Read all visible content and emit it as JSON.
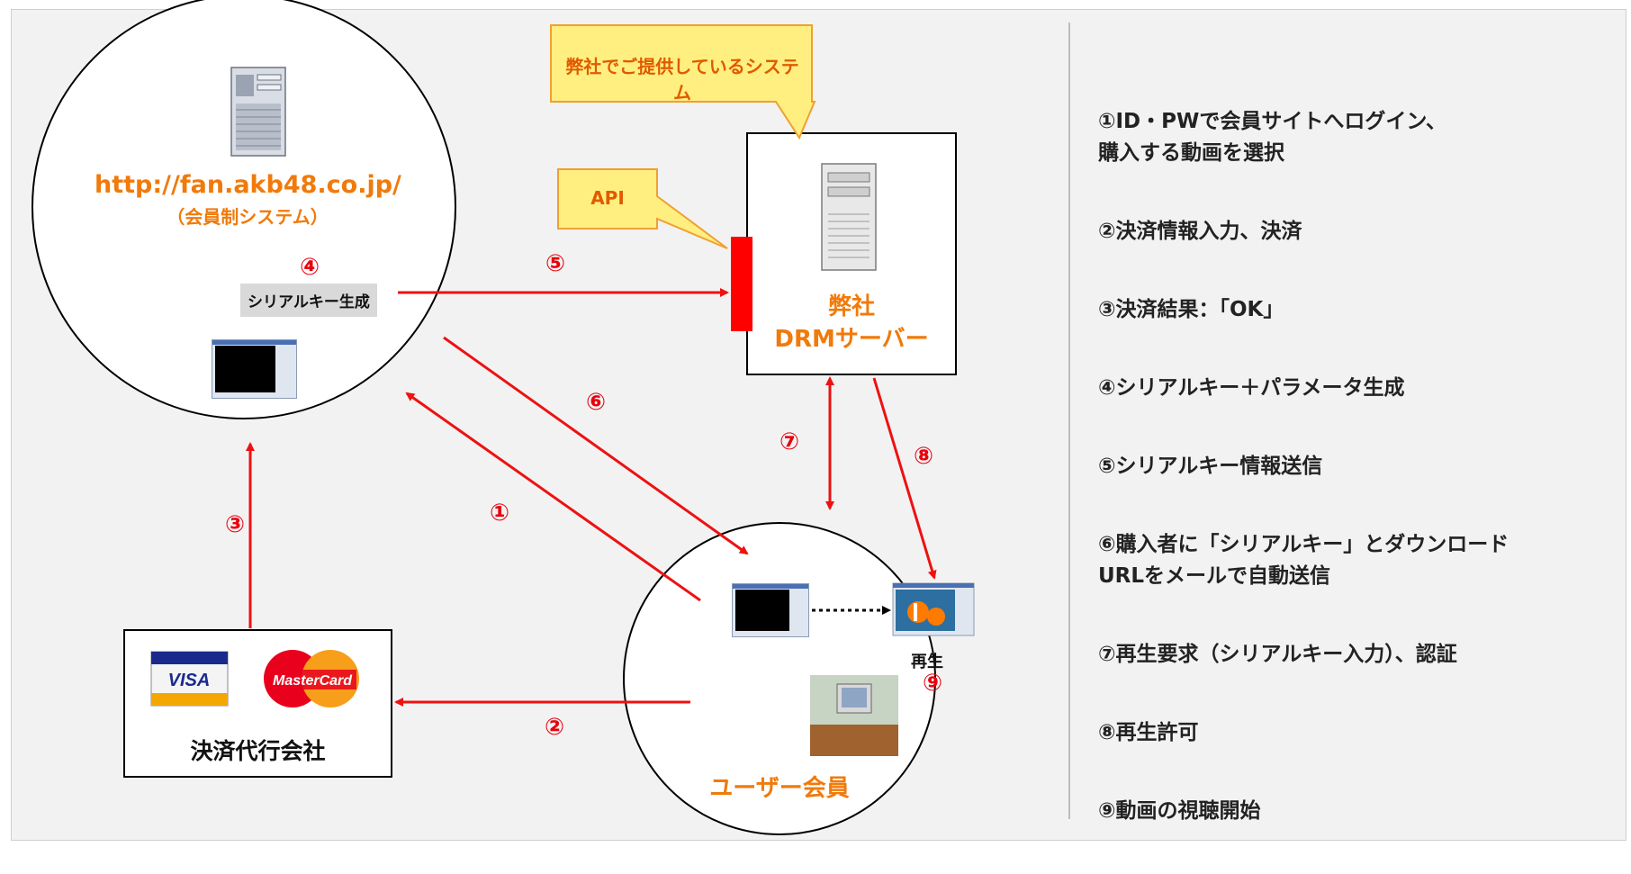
{
  "server_site": {
    "url": "http://fan.akb48.co.jp/",
    "subtitle": "（会員制システム）",
    "serial_chip": "シリアルキー生成",
    "icon": "server-tower-icon"
  },
  "drm_server": {
    "line1": "弊社",
    "line2": "DRMサーバー",
    "icon": "server-tower-icon"
  },
  "callouts": {
    "system": "弊社でご提供しているシステム",
    "api": "API"
  },
  "payment": {
    "label": "決済代行会社",
    "visa": "VISA",
    "mastercard": "MasterCard"
  },
  "user": {
    "label": "ユーザー会員",
    "play": "再生"
  },
  "flow_numbers": {
    "n1": "①",
    "n2": "②",
    "n3": "③",
    "n4": "④",
    "n5": "⑤",
    "n6": "⑥",
    "n7": "⑦",
    "n8": "⑧",
    "n9": "⑨"
  },
  "steps": [
    "①ID・PWで会員サイトへログイン、\n購入する動画を選択",
    "②決済情報入力、決済",
    "③決済結果：「OK」",
    "④シリアルキー＋パラメータ生成",
    "⑤シリアルキー情報送信",
    "⑥購入者に「シリアルキー」とダウンロード\nURLをメールで自動送信",
    "⑦再生要求（シリアルキー入力）、認証",
    "⑧再生許可",
    "⑨動画の視聴開始"
  ],
  "colors": {
    "arrow": "#ee1111",
    "orange": "#f07a0a",
    "callout_fill": "#ffef80",
    "callout_border": "#f0a030",
    "api_bar": "#ff0000"
  }
}
